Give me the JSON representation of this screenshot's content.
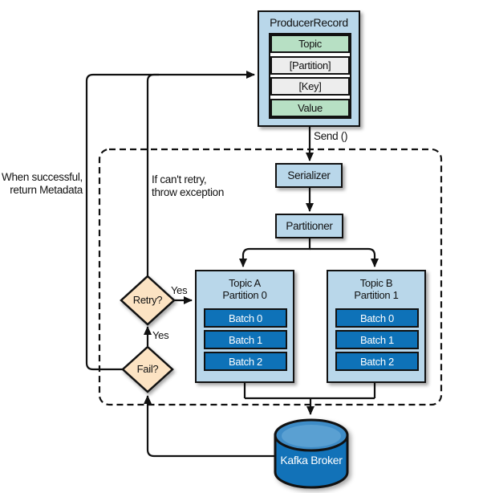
{
  "producer_record": {
    "title": "ProducerRecord",
    "fields": [
      "Topic",
      "[Partition]",
      "[Key]",
      "Value"
    ]
  },
  "pipeline": {
    "serializer": "Serializer",
    "partitioner": "Partitioner"
  },
  "queues": [
    {
      "title_line1": "Topic A",
      "title_line2": "Partition 0",
      "batches": [
        "Batch 0",
        "Batch 1",
        "Batch 2"
      ]
    },
    {
      "title_line1": "Topic B",
      "title_line2": "Partition 1",
      "batches": [
        "Batch 0",
        "Batch 1",
        "Batch 2"
      ]
    }
  ],
  "decisions": {
    "retry": "Retry?",
    "fail": "Fail?"
  },
  "broker": {
    "label": "Kafka Broker"
  },
  "labels": {
    "send": "Send ()",
    "when_successful_line1": "When successful,",
    "when_successful_line2": "return Metadata",
    "if_cant_retry_line1": "If can't retry,",
    "if_cant_retry_line2": "throw exception",
    "yes_to_topic": "Yes",
    "yes_to_retry": "Yes"
  },
  "colors": {
    "box_blue": "#b9d7ea",
    "field_green": "#b7e0c4",
    "field_gray": "#ededed",
    "batch_blue": "#0e72b8",
    "diamond_peach": "#fce3c3",
    "cylinder_body": "#1272b8",
    "cylinder_top": "#3e8cc7",
    "line": "#111111"
  }
}
